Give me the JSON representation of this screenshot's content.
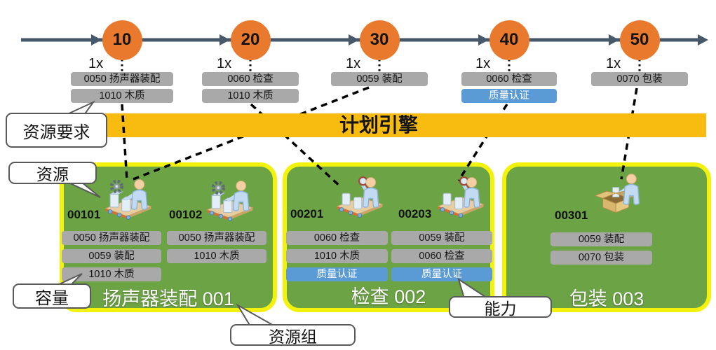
{
  "banner": {
    "label": "计划引擎"
  },
  "timeline": {
    "operations": [
      {
        "id": "10",
        "multiplier": "1x",
        "requirements": [
          {
            "label": "0050 扬声器装配",
            "type": "gray"
          },
          {
            "label": "1010 木质",
            "type": "gray"
          }
        ]
      },
      {
        "id": "20",
        "multiplier": "1x",
        "requirements": [
          {
            "label": "0060 检查",
            "type": "gray"
          },
          {
            "label": "1010 木质",
            "type": "gray"
          }
        ]
      },
      {
        "id": "30",
        "multiplier": "1x",
        "requirements": [
          {
            "label": "0059 装配",
            "type": "gray"
          }
        ]
      },
      {
        "id": "40",
        "multiplier": "1x",
        "requirements": [
          {
            "label": "0060 检查",
            "type": "gray"
          },
          {
            "label": "质量认证",
            "type": "blue"
          }
        ]
      },
      {
        "id": "50",
        "multiplier": "1x",
        "requirements": [
          {
            "label": "0070 包装",
            "type": "gray"
          }
        ]
      }
    ]
  },
  "callouts": {
    "resource_requirement": "资源要求",
    "resource": "资源",
    "capacity": "容量",
    "resource_group": "资源组",
    "capability": "能力"
  },
  "resource_groups": [
    {
      "title": "扬声器装配 001",
      "resources": [
        {
          "id": "00101",
          "icon": "assembly-station",
          "tags": [
            {
              "label": "0050 扬声器装配",
              "type": "gray"
            },
            {
              "label": "0059 装配",
              "type": "gray"
            },
            {
              "label": "1010 木质",
              "type": "gray"
            }
          ]
        },
        {
          "id": "00102",
          "icon": "assembly-station",
          "tags": [
            {
              "label": "0050 扬声器装配",
              "type": "gray"
            },
            {
              "label": "1010 木质",
              "type": "gray"
            }
          ]
        }
      ]
    },
    {
      "title": "检查 002",
      "resources": [
        {
          "id": "00201",
          "icon": "inspection-station",
          "tags": [
            {
              "label": "0060 检查",
              "type": "gray"
            },
            {
              "label": "1010 木质",
              "type": "gray"
            },
            {
              "label": "质量认证",
              "type": "blue"
            }
          ]
        },
        {
          "id": "00203",
          "icon": "inspection-station",
          "tags": [
            {
              "label": "0059 装配",
              "type": "gray"
            },
            {
              "label": "0060 检查",
              "type": "gray"
            },
            {
              "label": "质量认证",
              "type": "blue"
            }
          ]
        }
      ]
    },
    {
      "title": "包装 003",
      "resources": [
        {
          "id": "00301",
          "icon": "packing-station",
          "tags": [
            {
              "label": "0059 装配",
              "type": "gray"
            },
            {
              "label": "0070 包装",
              "type": "gray"
            }
          ]
        }
      ]
    }
  ],
  "colors": {
    "operation_circle": "#E9792C",
    "timeline_arrow": "#47586B",
    "banner": "#F8BB10",
    "group_fill": "#6CA345",
    "group_border": "#F2F20C",
    "tag_gray": "#A9A9A9",
    "tag_blue": "#5B9BD5",
    "connector": "#000000"
  }
}
